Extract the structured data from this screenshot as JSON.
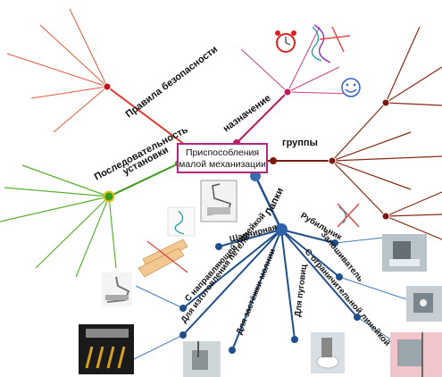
{
  "center": {
    "line1": "Приспособления",
    "line2": "малой механизации"
  },
  "branches": {
    "safety": "Правила безопасности",
    "purpose": "назначение",
    "groups": "группы",
    "sequence_line1": "Последовательность",
    "sequence_line2": "установки",
    "feet": "Лапки"
  },
  "feet_items": [
    "Шарнирная",
    "С направляющей линейкой",
    "Для изготовления петель",
    "Для застёжки-молнии",
    "Для пуговиц",
    "С ограничительной линейкой",
    "Запошиватель",
    "Рубильник"
  ],
  "colors": {
    "safety": "#e03a2a",
    "purpose": "#c0185a",
    "groups": "#7a1a10",
    "sequence": "#3a9a1a",
    "feet": "#1f4e8c",
    "center_border": "#b0287f"
  },
  "icons": [
    "alarm-clock-icon",
    "smiley-icon",
    "thread-sketch-icon",
    "presser-foot-photo"
  ]
}
